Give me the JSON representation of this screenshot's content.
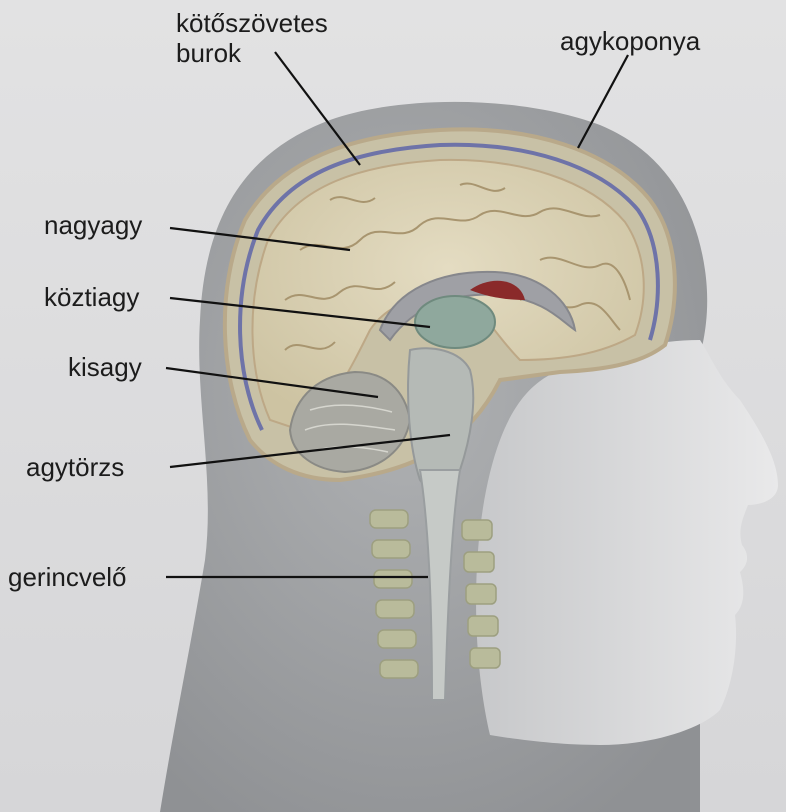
{
  "labels": {
    "dura": "kötőszövetes\nburok",
    "skull": "agykoponya",
    "cerebrum": "nagyagy",
    "diencephalon": "köztiagy",
    "cerebellum": "kisagy",
    "brainstem": "agytörzs",
    "spinal_cord": "gerincvelő"
  },
  "colors": {
    "background": "#d9d9da",
    "head": "#9fa0a3",
    "brain": "#d8cfb2",
    "membrane": "#6e73a8",
    "bone": "#b9bb9b",
    "label_text": "#1c1c1c"
  }
}
